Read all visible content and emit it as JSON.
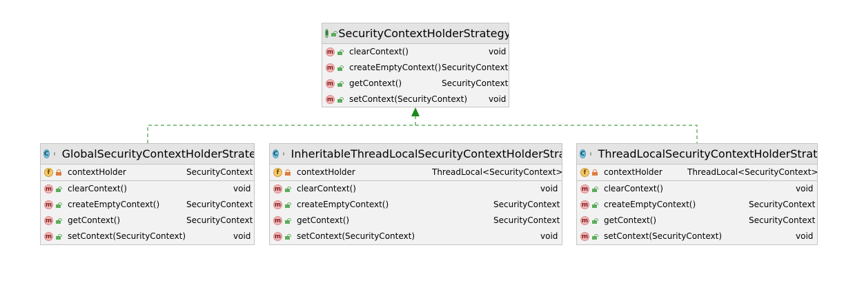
{
  "colors": {
    "arrow": "#1a8a1a",
    "border": "#c4c4c4",
    "header": "#e4e4e4",
    "body": "#f2f2f2"
  },
  "interface": {
    "name": "SecurityContextHolderStrategy",
    "kind_icon": "interface-icon",
    "kind_letter": "I",
    "methods": [
      {
        "name": "clearContext()",
        "type": "void"
      },
      {
        "name": "createEmptyContext()",
        "type": "SecurityContext"
      },
      {
        "name": "getContext()",
        "type": "SecurityContext"
      },
      {
        "name": "setContext(SecurityContext)",
        "type": "void"
      }
    ]
  },
  "classes": [
    {
      "name": "GlobalSecurityContextHolderStrategy",
      "kind_letter": "C",
      "field": {
        "letter": "f",
        "name": "contextHolder",
        "type": "SecurityContext"
      },
      "methods": [
        {
          "name": "clearContext()",
          "type": "void"
        },
        {
          "name": "createEmptyContext()",
          "type": "SecurityContext"
        },
        {
          "name": "getContext()",
          "type": "SecurityContext"
        },
        {
          "name": "setContext(SecurityContext)",
          "type": "void"
        }
      ]
    },
    {
      "name": "InheritableThreadLocalSecurityContextHolderStrategy",
      "kind_letter": "C",
      "field": {
        "letter": "f",
        "name": "contextHolder",
        "type": "ThreadLocal<SecurityContext>"
      },
      "methods": [
        {
          "name": "clearContext()",
          "type": "void"
        },
        {
          "name": "createEmptyContext()",
          "type": "SecurityContext"
        },
        {
          "name": "getContext()",
          "type": "SecurityContext"
        },
        {
          "name": "setContext(SecurityContext)",
          "type": "void"
        }
      ]
    },
    {
      "name": "ThreadLocalSecurityContextHolderStrategy",
      "kind_letter": "C",
      "field": {
        "letter": "f",
        "name": "contextHolder",
        "type": "ThreadLocal<SecurityContext>"
      },
      "methods": [
        {
          "name": "clearContext()",
          "type": "void"
        },
        {
          "name": "createEmptyContext()",
          "type": "SecurityContext"
        },
        {
          "name": "getContext()",
          "type": "SecurityContext"
        },
        {
          "name": "setContext(SecurityContext)",
          "type": "void"
        }
      ]
    }
  ],
  "method_letter": "m"
}
